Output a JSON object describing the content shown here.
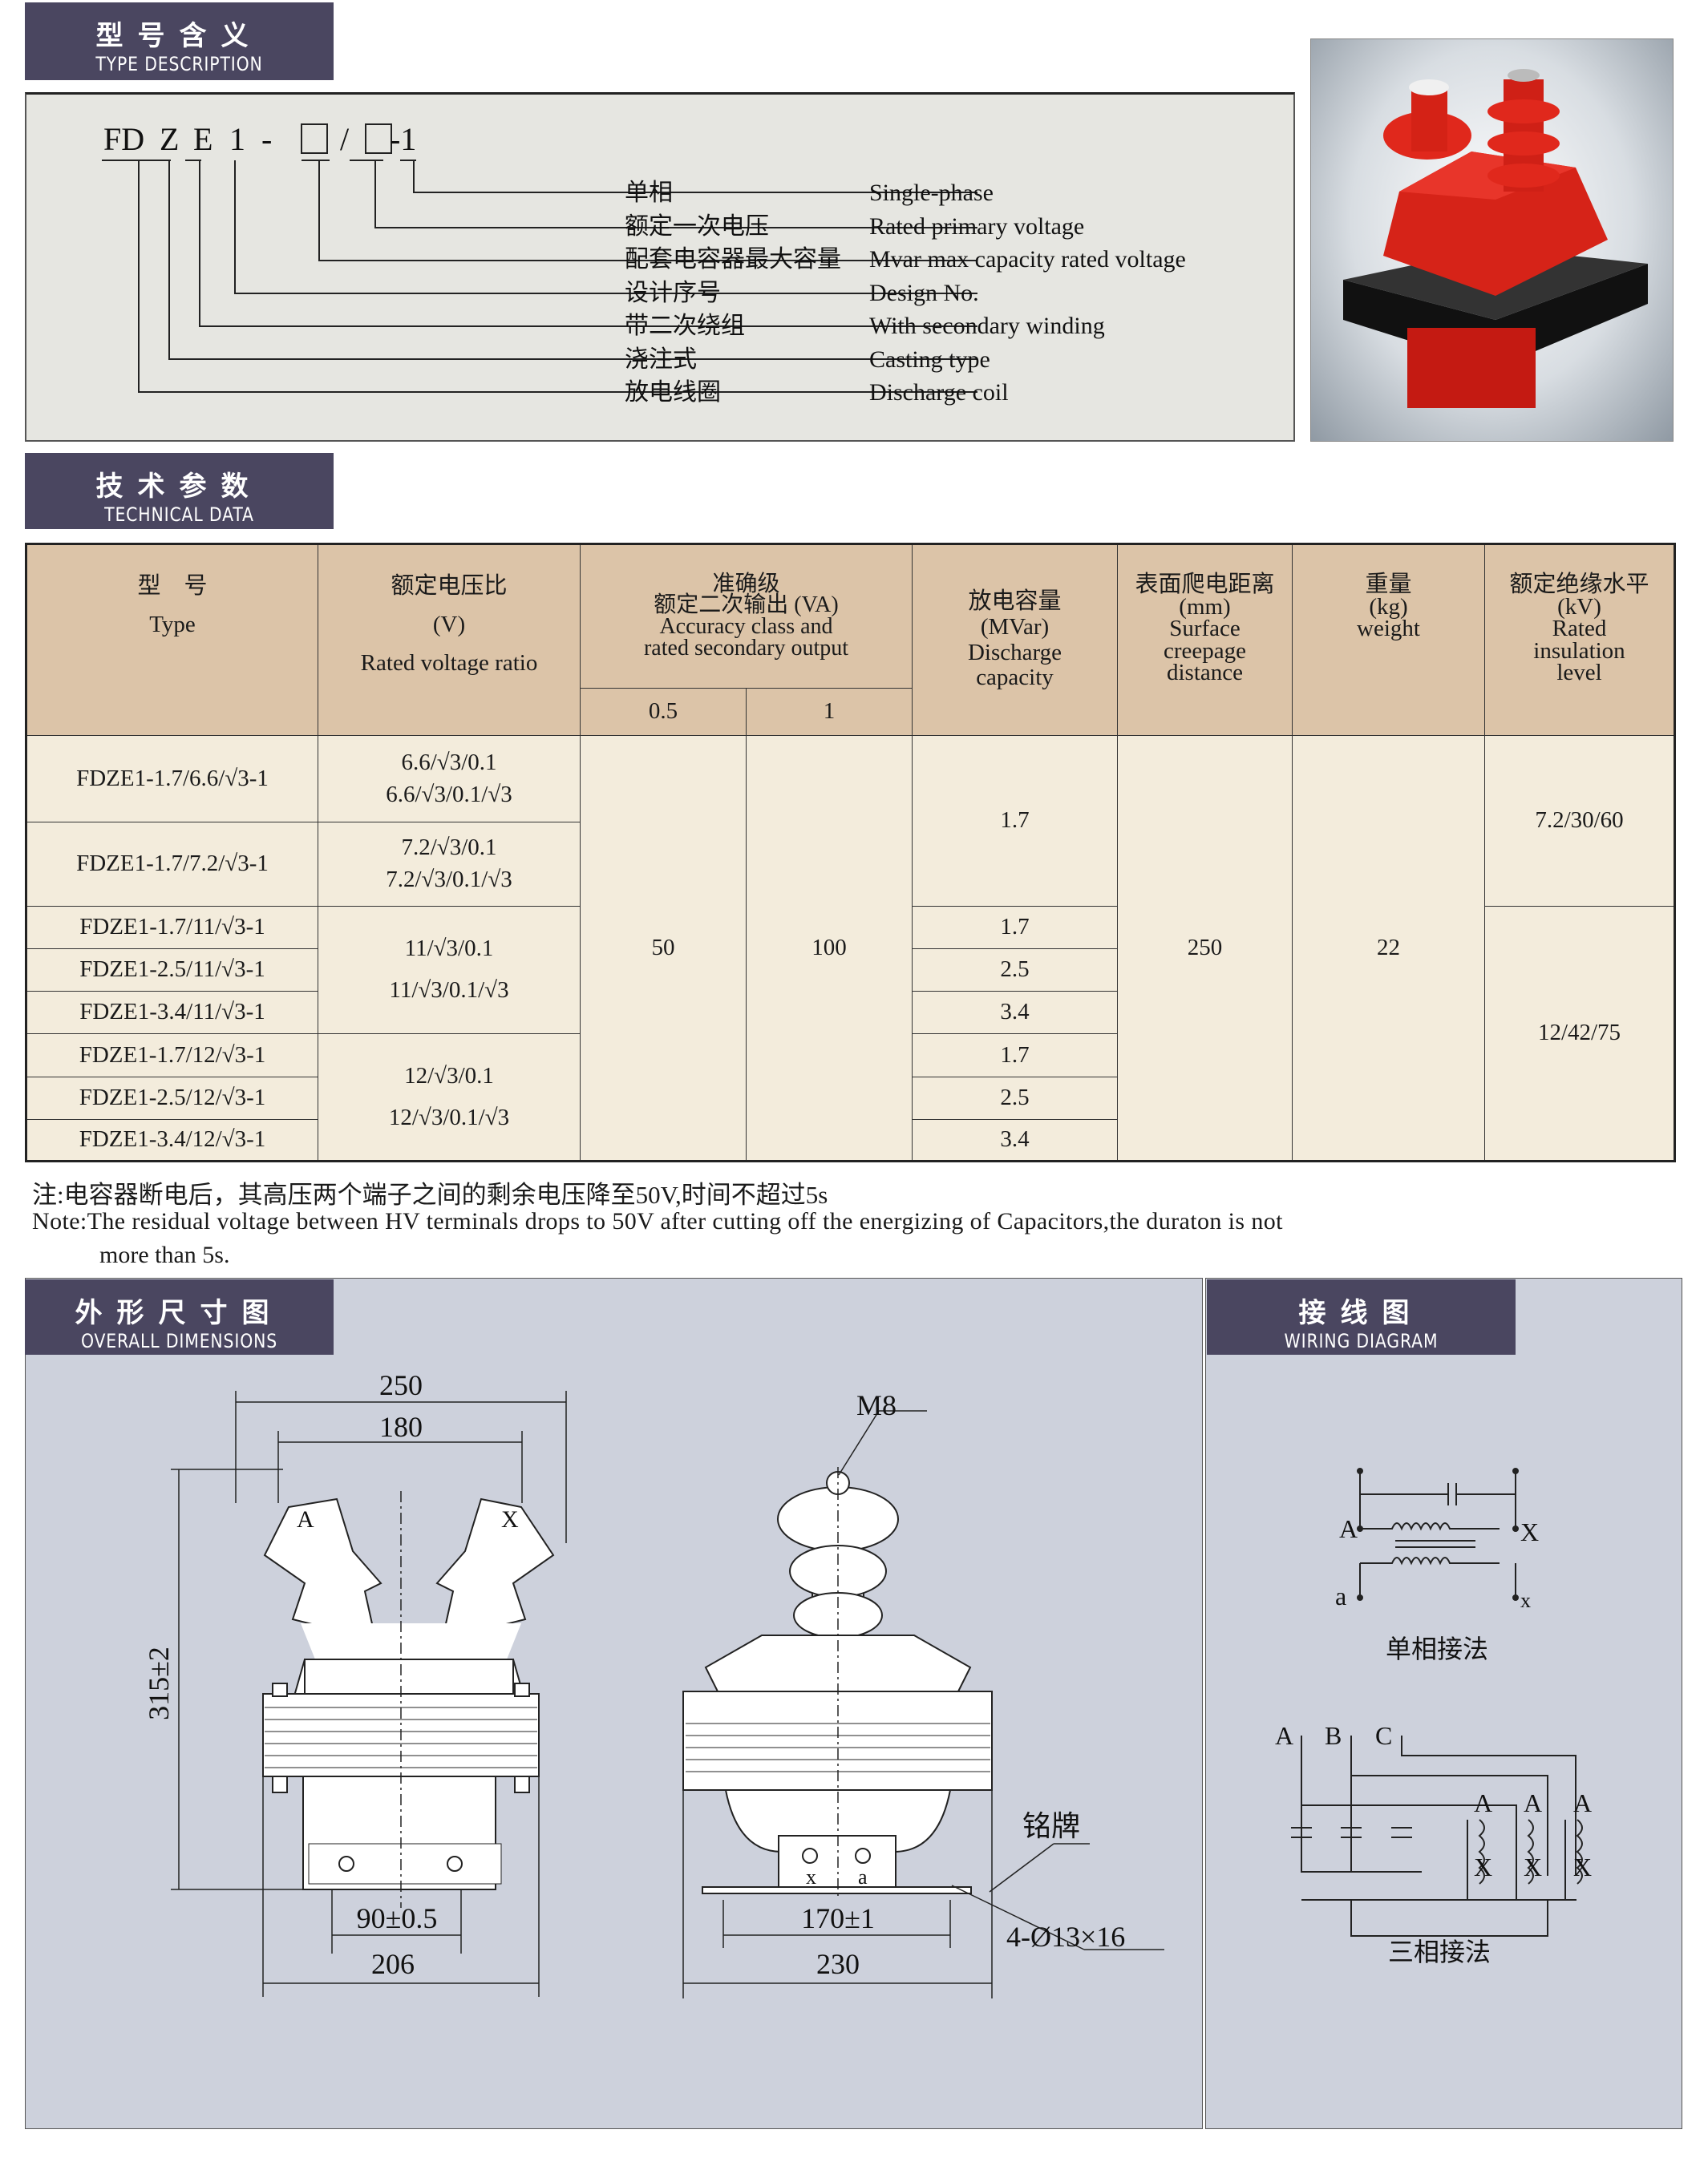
{
  "type_description": {
    "header_cn": "型号含义",
    "header_en": "TYPE DESCRIPTION",
    "model_parts": [
      "FD",
      "Z",
      "E",
      "1",
      "-",
      "□",
      "/",
      "□",
      "-1"
    ],
    "items": [
      {
        "cn": "单相",
        "en": "Single-phase"
      },
      {
        "cn": "额定一次电压",
        "en": "Rated primary voltage"
      },
      {
        "cn": "配套电容器最大容量",
        "en": "Mvar max capacity rated voltage"
      },
      {
        "cn": "设计序号",
        "en": "Design No."
      },
      {
        "cn": "带二次绕组",
        "en": "With secondary winding"
      },
      {
        "cn": "浇注式",
        "en": "Casting type"
      },
      {
        "cn": "放电线圈",
        "en": "Discharge coil"
      }
    ]
  },
  "technical_data": {
    "header_cn": "技术参数",
    "header_en": "TECHNICAL DATA",
    "columns": {
      "type_cn": "型　号",
      "type_en": "Type",
      "ratio_cn": "额定电压比",
      "ratio_unit": "(V)",
      "ratio_en": "Rated voltage ratio",
      "acc_cn1": "准确级",
      "acc_cn2": "额定二次输出 (VA)",
      "acc_en1": "Accuracy class and",
      "acc_en2": "rated secondary output",
      "acc_sub": [
        "0.5",
        "1"
      ],
      "dis_cn": "放电容量",
      "dis_unit": "(MVar)",
      "dis_en1": "Discharge",
      "dis_en2": "capacity",
      "creep_cn": "表面爬电距离",
      "creep_unit": "(mm)",
      "creep_en1": "Surface",
      "creep_en2": "creepage",
      "creep_en3": "distance",
      "wt_cn": "重量",
      "wt_unit": "(kg)",
      "wt_en": "weight",
      "ins_cn": "额定绝缘水平",
      "ins_unit": "(kV)",
      "ins_en1": "Rated",
      "ins_en2": "insulation",
      "ins_en3": "level"
    },
    "rows": [
      {
        "type": "FDZE1-1.7/6.6/√3-1"
      },
      {
        "type": "FDZE1-1.7/7.2/√3-1"
      },
      {
        "type": "FDZE1-1.7/11/√3-1",
        "dis": "1.7"
      },
      {
        "type": "FDZE1-2.5/11/√3-1",
        "dis": "2.5"
      },
      {
        "type": "FDZE1-3.4/11/√3-1",
        "dis": "3.4"
      },
      {
        "type": "FDZE1-1.7/12/√3-1",
        "dis": "1.7"
      },
      {
        "type": "FDZE1-2.5/12/√3-1",
        "dis": "2.5"
      },
      {
        "type": "FDZE1-3.4/12/√3-1",
        "dis": "3.4"
      }
    ],
    "ratios": [
      [
        "6.6/√3/0.1",
        "6.6/√3/0.1/√3"
      ],
      [
        "7.2/√3/0.1",
        "7.2/√3/0.1/√3"
      ],
      [
        "11/√3/0.1",
        "11/√3/0.1/√3"
      ],
      [
        "12/√3/0.1",
        "12/√3/0.1/√3"
      ]
    ],
    "acc_05": "50",
    "acc_1": "100",
    "dis_top": "1.7",
    "creepage": "250",
    "weight": "22",
    "insulation": [
      "7.2/30/60",
      "12/42/75"
    ],
    "note_cn": "注:电容器断电后，其高压两个端子之间的剩余电压降至50V,时间不超过5s",
    "note_en1": "Note:The residual voltage between HV terminals drops to 50V after cutting off the energizing of Capacitors,the duraton is not",
    "note_en2": "more than 5s."
  },
  "dimensions": {
    "header_cn": "外形尺寸图",
    "header_en": "OVERALL DIMENSIONS",
    "labels": {
      "d250": "250",
      "d180": "180",
      "d315": "315±2",
      "d90": "90±0.5",
      "d206": "206",
      "m8": "M8",
      "nameplate": "铭牌",
      "d170": "170±1",
      "holes": "4-Ø13×16",
      "d230": "230",
      "term_A": "A",
      "term_X": "X",
      "term_x": "x",
      "term_a": "a"
    }
  },
  "wiring": {
    "header_cn": "接线图",
    "header_en": "WIRING DIAGRAM",
    "single_label": "单相接法",
    "three_label": "三相接法",
    "terminals": {
      "A": "A",
      "X": "X",
      "a": "a",
      "x": "x",
      "B": "B",
      "C": "C"
    }
  }
}
